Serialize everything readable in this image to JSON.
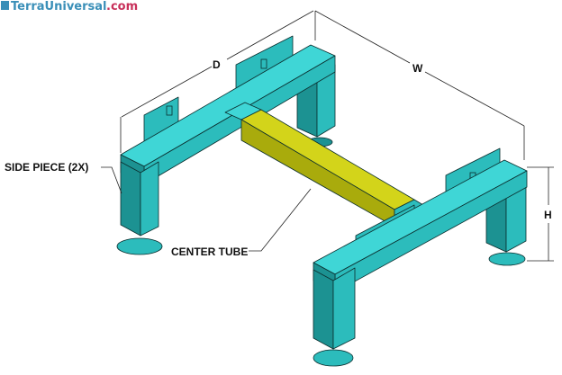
{
  "logo": {
    "name": "TerraUniversal",
    "suffix": ".com"
  },
  "dimensions": {
    "depth": "D",
    "width": "W",
    "height": "H"
  },
  "callouts": {
    "side_piece": "SIDE PIECE (2X)",
    "center_tube": "CENTER TUBE"
  },
  "colors": {
    "frame": "#3fd6d6",
    "center_tube": "#d3d41a",
    "logo_blue": "#3a8fb8",
    "logo_red": "#c8305a"
  }
}
